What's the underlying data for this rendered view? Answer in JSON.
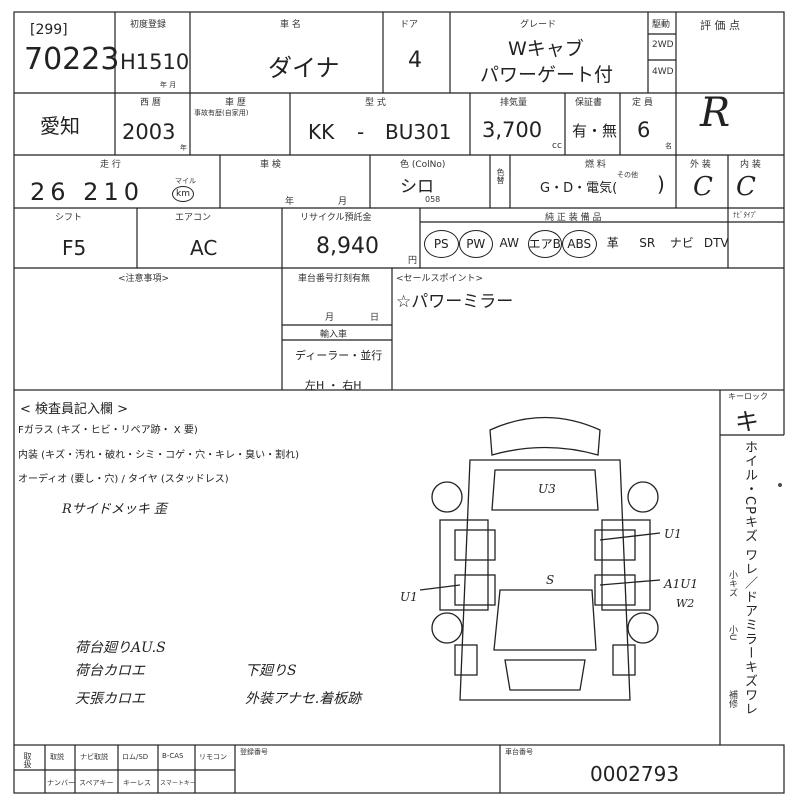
{
  "header": {
    "code_bracket": "[299]",
    "lot_no": "70223",
    "reg_label": "初度登録",
    "reg_year": "H1510",
    "reg_unit": "年 月",
    "name_label": "車 名",
    "name": "ダイナ",
    "door_label": "ドア",
    "doors": "4",
    "grade_label": "グレード",
    "grade_line1": "Wキャブ",
    "grade_line2": "パワーゲート付",
    "drive_label": "駆動",
    "drive_2wd": "2WD",
    "drive_4wd": "4WD",
    "score_label": "評 価 点",
    "score": "R"
  },
  "row2": {
    "region": "愛知",
    "year_label": "西 暦",
    "year": "2003",
    "year_unit": "年",
    "history_label": "車 歴",
    "history_note": "事故有歴(自家用)",
    "model_label": "型 式",
    "model_prefix": "KK",
    "model_dash": "-",
    "model_code": "BU301",
    "displacement_label": "排気量",
    "displacement": "3,700",
    "displacement_unit": "cc",
    "warranty_label": "保証書",
    "warranty": "有・無",
    "capacity_label": "定 員",
    "capacity": "6",
    "capacity_unit": "名"
  },
  "row3": {
    "mileage_label": "走 行",
    "mileage": "26 210",
    "mileage_unit": "km",
    "mileage_mile": "マイル",
    "syaken_label": "車 検",
    "syaken_year": "年",
    "syaken_month": "月",
    "color_label": "色 (ColNo)",
    "color": "シロ",
    "color_no": "058",
    "color_change": "色替",
    "fuel_label": "燃 料",
    "fuel": "G・D・電気(",
    "fuel_other": "その他",
    "fuel_close": ")",
    "exterior_label": "外 装",
    "exterior": "C",
    "interior_label": "内 装",
    "interior": "C"
  },
  "row4": {
    "shift_label": "シフト",
    "shift": "F5",
    "ac_label": "エアコン",
    "ac": "AC",
    "recycle_label": "リサイクル預託金",
    "recycle": "8,940",
    "recycle_unit": "円",
    "equip_label": "純 正 装 備 品",
    "equip": [
      "PS",
      "PW",
      "AW",
      "エアB",
      "ABS",
      "革",
      "SR",
      "ナビ",
      "DTV"
    ],
    "equip_circled": [
      "PS",
      "PW",
      "エアB",
      "ABS"
    ],
    "navi_type_label": "ﾅﾋﾞﾀｲﾌﾟ"
  },
  "row5": {
    "notes_label": "<注意事項>",
    "inspection_label": "車台番号打刻有無",
    "inspection_month": "月",
    "inspection_day": "日",
    "import_label": "輸入車",
    "import_dealer": "ディーラー・並行",
    "import_side": "左H ・ 右H",
    "sales_label": "<セールスポイント>",
    "sales_point": "☆パワーミラー"
  },
  "inspector": {
    "title": "< 検査員記入欄 >",
    "glass": "Fガラス (キズ・ヒビ・リペア跡・ X 要)",
    "interior": "内装 (キズ・汚れ・破れ・シミ・コゲ・穴・キレ・臭い・割れ)",
    "audio": "オーディオ (要し・穴) / タイヤ (スタッドレス)",
    "hand_note1": "Rサイドメッキ 歪",
    "hand_note2": "荷台廻りAU.S",
    "hand_note3": "荷台カロエ",
    "hand_note4": "天張カロエ",
    "hand_note5": "下廻りS",
    "hand_note6": "外装アナセ.着板跡",
    "mark_u3": "U3",
    "mark_u1_right": "U1",
    "mark_u1_left": "U1",
    "mark_s": "S",
    "mark_a1u1": "A1U1",
    "mark_w2": "W2"
  },
  "key": {
    "label": "キーロック",
    "value": "キ"
  },
  "legend": {
    "text": "ホイル・CPキズ ワレ／ドアミラーキズワレ",
    "small_scratch": "小キズ",
    "small_u": "小U",
    "repair": "補修"
  },
  "footer": {
    "col1": "取扱",
    "col2a": "取説",
    "col2b": "ナンバー",
    "col3a": "ナビ取説",
    "col3b": "スペアキー",
    "col4a": "ロム/SD",
    "col4b": "キーレス",
    "col5a": "B-CAS",
    "col5b": "スマートキー",
    "col6a": "リモコン",
    "reg_no_label": "登録番号",
    "chassis_label": "車台番号",
    "chassis_no": "0002793"
  }
}
